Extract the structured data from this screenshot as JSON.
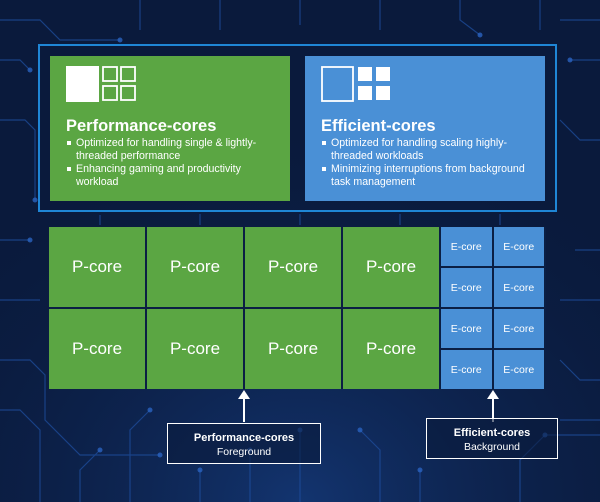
{
  "colors": {
    "performance_green": "#5ba643",
    "efficient_blue": "#4a90d6",
    "frame_blue": "#1f86d6",
    "background": "#0a1a3c"
  },
  "performance_card": {
    "icon": "large-square-with-small-squares-icon",
    "title": "Performance-cores",
    "bullets": [
      "Optimized for handling single & lightly-threaded performance",
      "Enhancing gaming and productivity workload"
    ]
  },
  "efficient_card": {
    "icon": "small-squares-with-large-square-icon",
    "title": "Efficient-cores",
    "bullets": [
      "Optimized for handling scaling highly-threaded workloads",
      "Minimizing interruptions from background task management"
    ]
  },
  "core_grid": {
    "p_core_label": "P-core",
    "e_core_label": "E-core",
    "p_core_rows": 2,
    "p_core_cols": 4,
    "e_core_rows": 4,
    "e_core_cols": 2
  },
  "labels": {
    "performance": {
      "title": "Performance-cores",
      "subtitle": "Foreground"
    },
    "efficient": {
      "title": "Efficient-cores",
      "subtitle": "Background"
    }
  }
}
